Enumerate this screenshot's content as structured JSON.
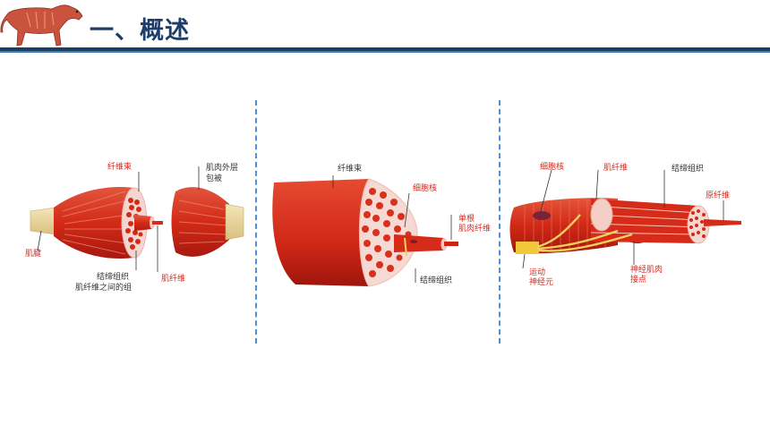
{
  "header": {
    "title": "一、概述"
  },
  "panel1": {
    "label_fascicle": "纤维束",
    "label_epimysium_line1": "肌肉外层",
    "label_epimysium_line2": "包被",
    "label_tendon": "肌腱",
    "label_fiber": "肌纤维",
    "label_connective_line1": "结缔组织",
    "label_connective_line2": "肌纤维之间的组"
  },
  "panel2": {
    "label_fascicle": "纤维束",
    "label_nucleus": "细胞核",
    "label_single_line1": "单根",
    "label_single_line2": "肌肉纤维",
    "label_connective": "结缔组织"
  },
  "panel3": {
    "label_nucleus": "细胞核",
    "label_fiber": "肌纤维",
    "label_connective": "结缔组织",
    "label_myofibril": "原纤维",
    "label_motor_line1": "运动",
    "label_motor_line2": "神经元",
    "label_nmj_line1": "神经肌肉",
    "label_nmj_line2": "接点"
  },
  "colors": {
    "title": "#1f3d6b",
    "rule": "#1c3f66",
    "accent_red": "#d8281e",
    "muscle": "#d8331f",
    "divider": "#4f8fd8"
  }
}
